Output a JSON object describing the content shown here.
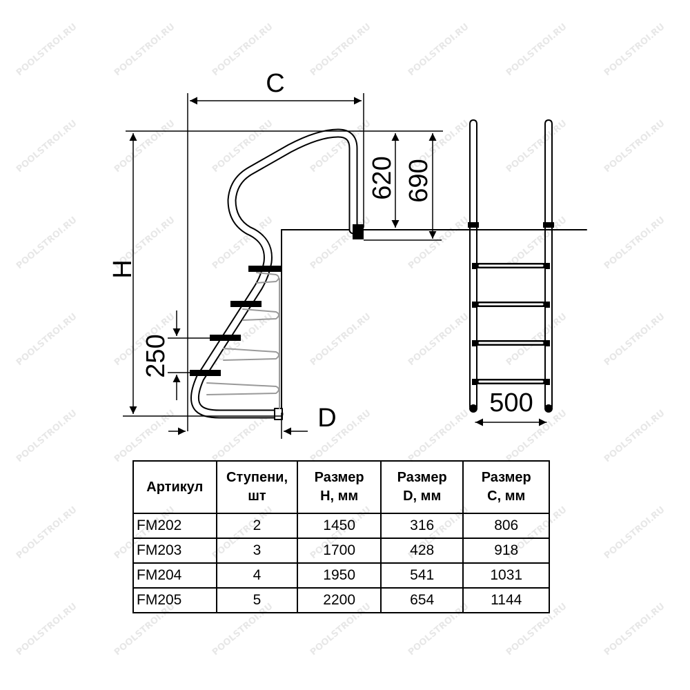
{
  "watermark": "POOLSTROI.RU",
  "dimensions": {
    "c_label": "C",
    "h_label": "H",
    "d_label": "D",
    "handrail_620": "620",
    "handrail_690": "690",
    "step_spacing": "250",
    "width": "500"
  },
  "table": {
    "headers": [
      [
        "Артикул"
      ],
      [
        "Ступени,",
        "шт"
      ],
      [
        "Размер",
        "H, мм"
      ],
      [
        "Размер",
        "D, мм"
      ],
      [
        "Размер",
        "C, мм"
      ]
    ],
    "rows": [
      [
        "FM202",
        "2",
        "1450",
        "316",
        "806"
      ],
      [
        "FM203",
        "3",
        "1700",
        "428",
        "918"
      ],
      [
        "FM204",
        "4",
        "1950",
        "541",
        "1031"
      ],
      [
        "FM205",
        "5",
        "2200",
        "654",
        "1144"
      ]
    ]
  }
}
